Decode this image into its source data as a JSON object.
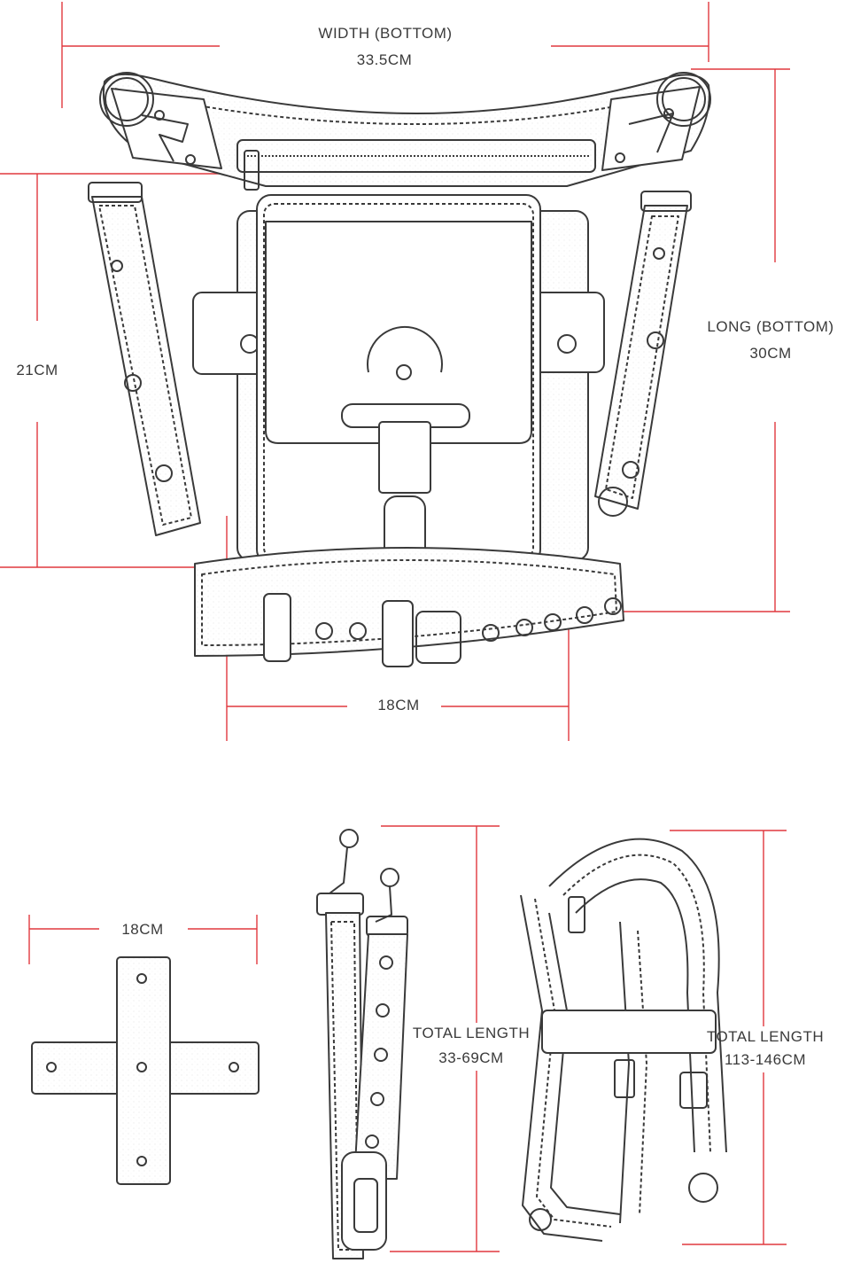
{
  "colors": {
    "dimension_line": "#e0383e",
    "sketch": "#3a3a3a",
    "background": "#ffffff"
  },
  "labels": {
    "width_title": "WIDTH (BOTTOM)",
    "width_value": "33.5CM",
    "height_value": "21CM",
    "long_title": "LONG (BOTTOM)",
    "long_value": "30CM",
    "belt_value": "18CM",
    "plate_value": "18CM",
    "short_strap_title": "TOTAL LENGTH",
    "short_strap_value": "33-69CM",
    "long_strap_title": "TOTAL LENGTH",
    "long_strap_value": "113-146CM"
  },
  "items": [
    {
      "icon": "leg-bag-sketch"
    },
    {
      "icon": "cross-plate-sketch"
    },
    {
      "icon": "short-strap-sketch"
    },
    {
      "icon": "long-strap-sketch"
    }
  ]
}
